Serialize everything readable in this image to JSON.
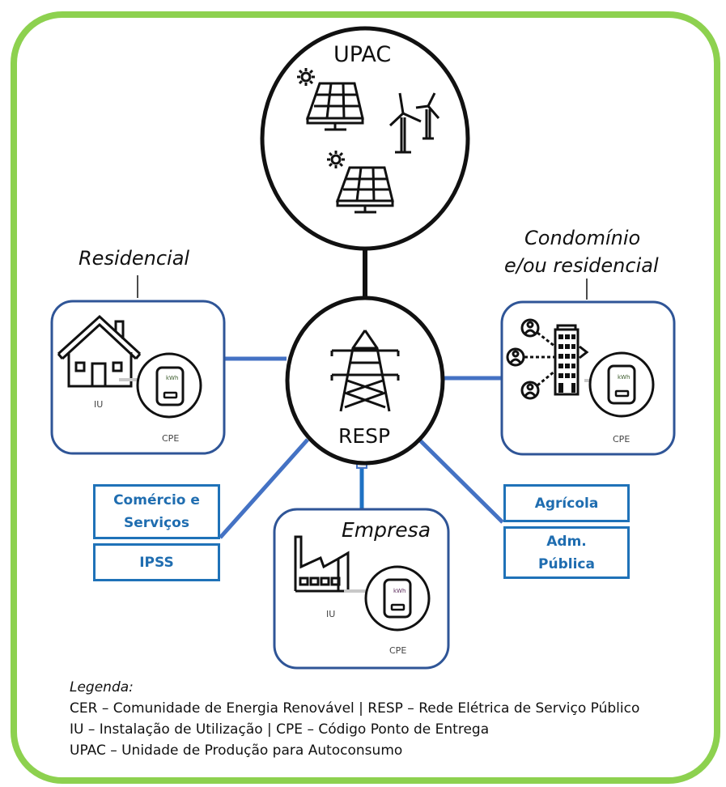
{
  "diagram": {
    "upac": {
      "label": "UPAC",
      "icons": [
        "solar-panel-icon",
        "wind-turbine-icon",
        "solar-panel-icon"
      ]
    },
    "resp": {
      "label": "RESP",
      "icon": "transmission-tower-icon"
    },
    "residencial": {
      "title": "Residencial",
      "iu_label": "IU",
      "cpe_label": "CPE",
      "meter_unit": "kWh"
    },
    "condominio": {
      "title_line1": "Condomínio",
      "title_line2": "e/ou residencial",
      "cpe_label": "CPE",
      "meter_unit": "kWh"
    },
    "empresa": {
      "title": "Empresa",
      "iu_label": "IU",
      "cpe_label": "CPE",
      "meter_unit": "kWh"
    },
    "left_tags": [
      {
        "line1": "Comércio e",
        "line2": "Serviços"
      },
      {
        "line1": "IPSS",
        "line2": ""
      }
    ],
    "right_tags": [
      {
        "line1": "Agrícola",
        "line2": ""
      },
      {
        "line1": "Adm.",
        "line2": "Pública"
      }
    ],
    "colors": {
      "frame_green": "#8dd14f",
      "box_navy": "#2f5597",
      "connector_blue": "#4472c4",
      "tag_blue": "#1f6db0"
    }
  },
  "legend": {
    "title": "Legenda:",
    "lines": [
      "CER – Comunidade de Energia Renovável | RESP – Rede Elétrica de Serviço Público",
      "IU – Instalação de Utilização | CPE – Código Ponto de Entrega",
      "UPAC – Unidade de Produção para Autoconsumo"
    ]
  }
}
